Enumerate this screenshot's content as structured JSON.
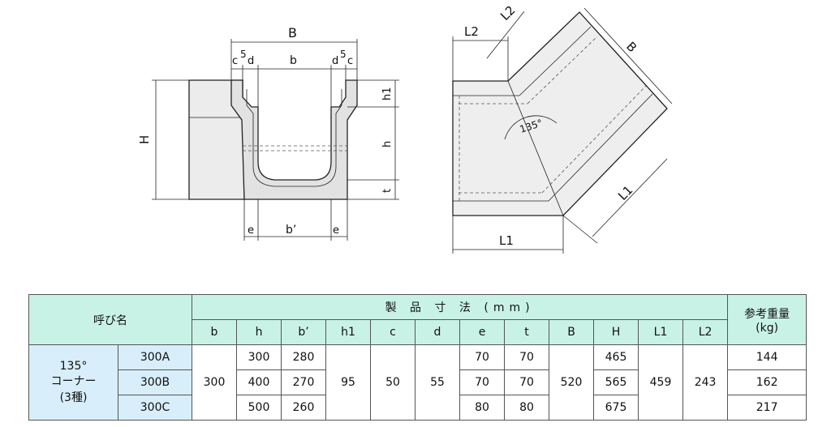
{
  "labels": {
    "B": "B",
    "b": "b",
    "c": "c",
    "d": "d",
    "five": "5",
    "H": "H",
    "h1": "h1",
    "h": "h",
    "t": "t",
    "e": "e",
    "b_prime": "b’",
    "L1": "L1",
    "L2": "L2",
    "angle": "135°"
  },
  "table": {
    "name_header": "呼び名",
    "dims_header": "製 品 寸 法 (mm)",
    "weight_header": "参考重量",
    "weight_unit": "(kg)",
    "columns": [
      "b",
      "h",
      "b’",
      "h1",
      "c",
      "d",
      "e",
      "t",
      "B",
      "H",
      "L1",
      "L2"
    ],
    "product_line1": "135°",
    "product_line2": "コーナー",
    "product_line3": "(3種)",
    "shared": {
      "b": "300",
      "h1": "95",
      "c": "50",
      "d": "55",
      "B": "520",
      "L1": "459",
      "L2": "243"
    },
    "rows": [
      {
        "model": "300A",
        "h": "300",
        "b_prime": "280",
        "e": "70",
        "t": "70",
        "H": "465",
        "weight": "144"
      },
      {
        "model": "300B",
        "h": "400",
        "b_prime": "270",
        "e": "70",
        "t": "70",
        "H": "565",
        "weight": "162"
      },
      {
        "model": "300C",
        "h": "500",
        "b_prime": "260",
        "e": "80",
        "t": "80",
        "H": "675",
        "weight": "217"
      }
    ]
  }
}
